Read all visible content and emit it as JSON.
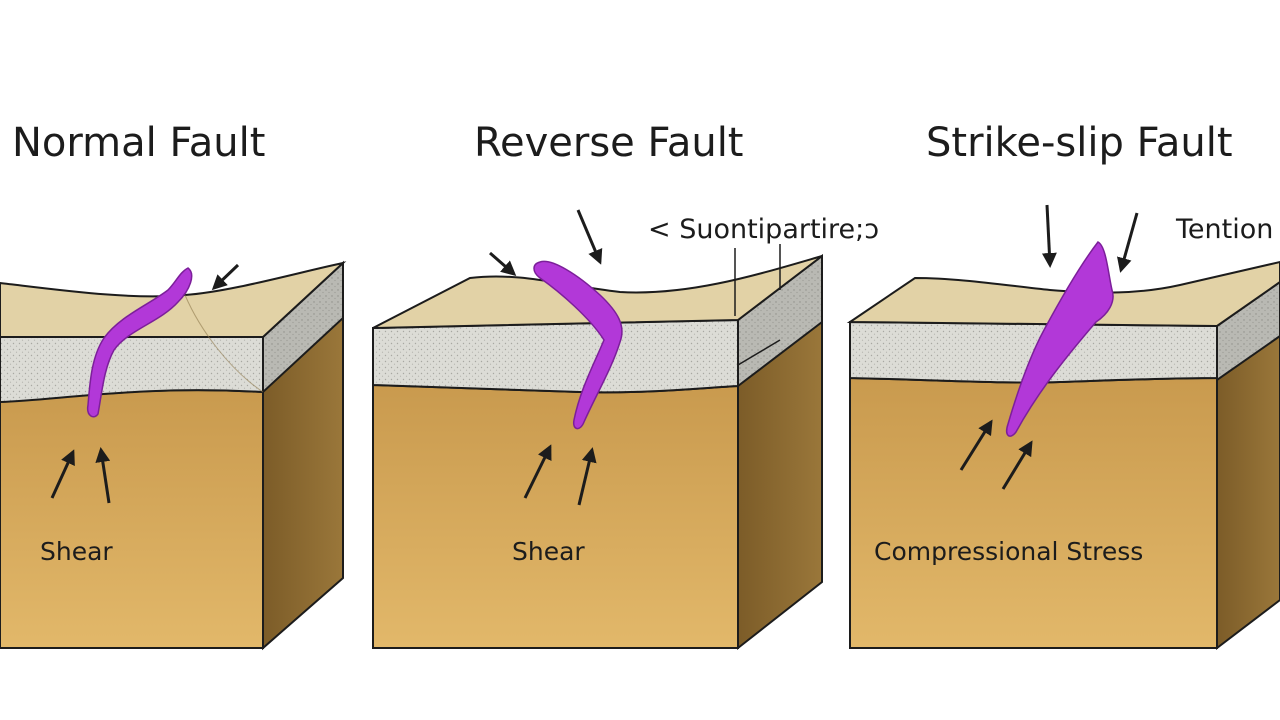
{
  "panels": [
    {
      "title": "Normal Fault",
      "stress_label": "Shear"
    },
    {
      "title": "Reverse Fault",
      "stress_label": "Shear",
      "annotation": "< Suontipartire;ↄ"
    },
    {
      "title": "Strike-slip Fault",
      "stress_label": "Compressional Stress",
      "annotation": "Tention"
    }
  ],
  "colors": {
    "block_front": "#d9ad62",
    "block_side": "#8a6a32",
    "top_surface": "#e2d2a6",
    "stratum_layer": "#dcdcd6",
    "fault_plane": "#b238d8",
    "outline": "#1c1c1c"
  },
  "icons": [
    "arrow-icon",
    "fault-plane-icon"
  ]
}
